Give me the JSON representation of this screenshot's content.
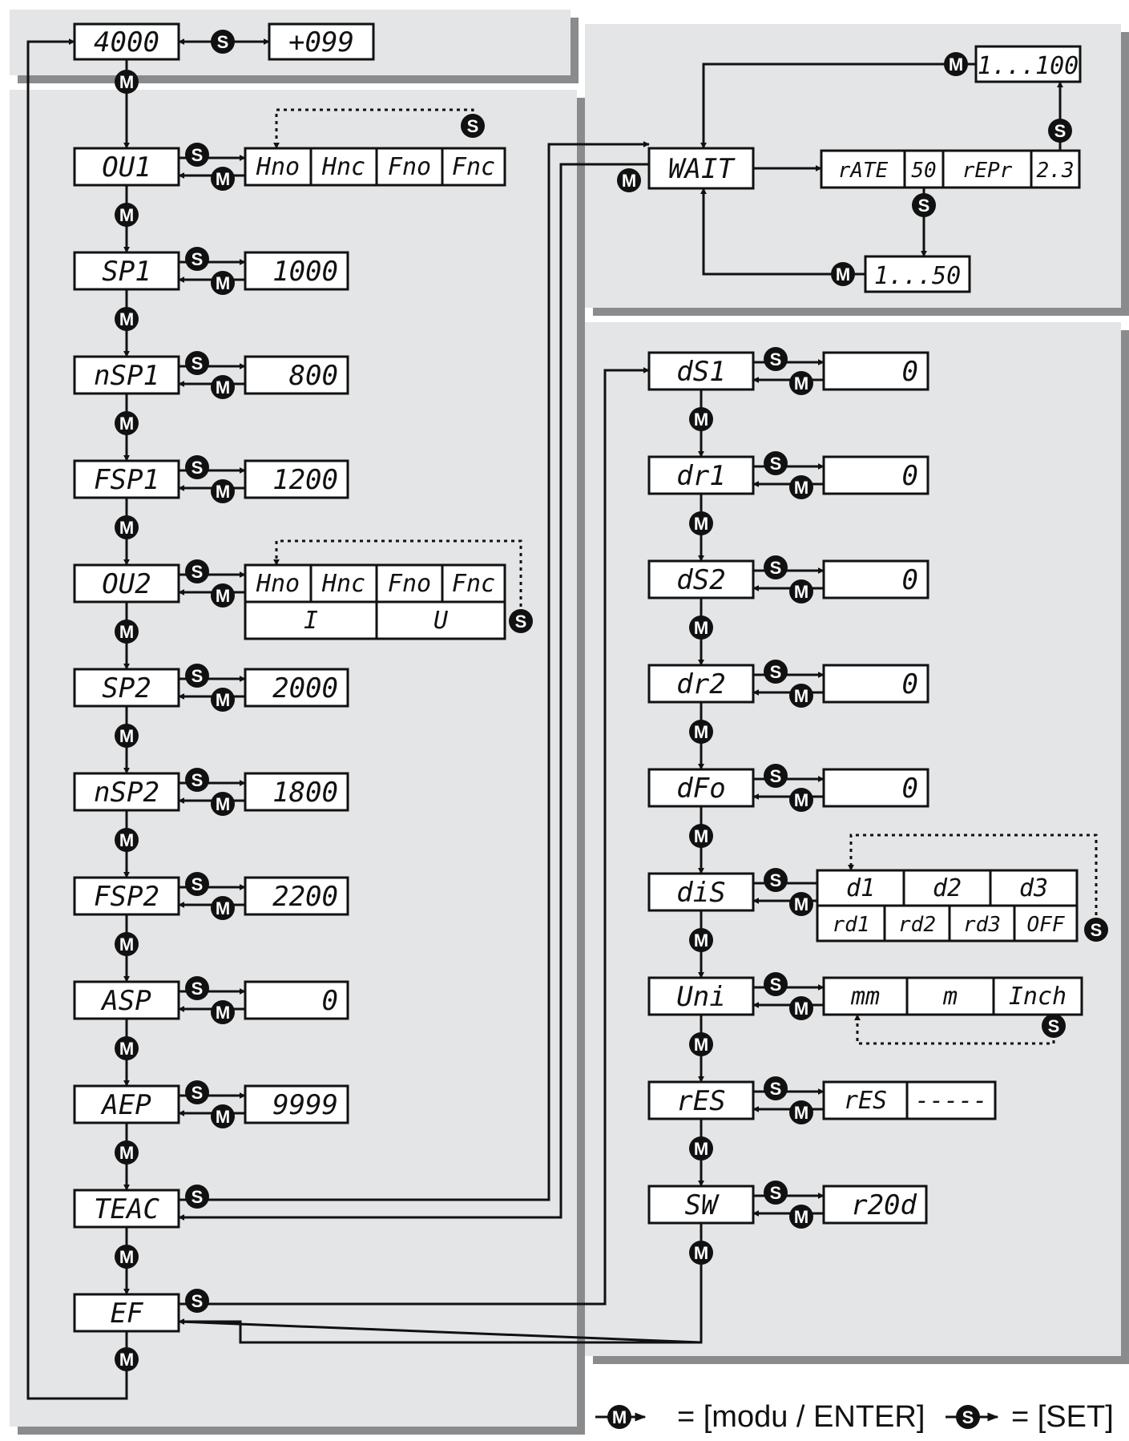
{
  "colors": {
    "panel": "#e4e5e7",
    "panel_shadow": "#8a8b8d",
    "line": "#111111",
    "box": "#ffffff"
  },
  "top": {
    "code": "4000",
    "value": "+099"
  },
  "left_menu": [
    {
      "id": "ou1",
      "label": "OU1",
      "button": "S",
      "options": [
        "Hno",
        "Hnc",
        "Fno",
        "Fnc"
      ]
    },
    {
      "id": "sp1",
      "label": "SP1",
      "button": "S",
      "value": "1000"
    },
    {
      "id": "nsp1",
      "label": "nSP1",
      "button": "S",
      "value": "800"
    },
    {
      "id": "fsp1",
      "label": "FSP1",
      "button": "S",
      "value": "1200"
    },
    {
      "id": "ou2",
      "label": "OU2",
      "button": "S",
      "options": [
        "Hno",
        "Hnc",
        "Fno",
        "Fnc"
      ],
      "options2": [
        "I",
        "U"
      ]
    },
    {
      "id": "sp2",
      "label": "SP2",
      "button": "S",
      "value": "2000"
    },
    {
      "id": "nsp2",
      "label": "nSP2",
      "button": "S",
      "value": "1800"
    },
    {
      "id": "fsp2",
      "label": "FSP2",
      "button": "S",
      "value": "2200"
    },
    {
      "id": "asp",
      "label": "ASP",
      "button": "S",
      "value": "0"
    },
    {
      "id": "aep",
      "label": "AEP",
      "button": "S",
      "value": "9999"
    },
    {
      "id": "teac",
      "label": "TEAC",
      "button": "S"
    },
    {
      "id": "ef",
      "label": "EF",
      "button": "S"
    }
  ],
  "wait": {
    "label": "WAIT",
    "rate_label": "rATE",
    "rate_value": "50",
    "repr_label": "rEPr",
    "repr_value": "2.3",
    "range_top": "1...100",
    "range_bottom": "1...50"
  },
  "right_menu": [
    {
      "id": "ds1",
      "label": "dS1",
      "value": "0"
    },
    {
      "id": "dr1",
      "label": "dr1",
      "value": "0"
    },
    {
      "id": "ds2",
      "label": "dS2",
      "value": "0"
    },
    {
      "id": "dr2",
      "label": "dr2",
      "value": "0"
    },
    {
      "id": "dfo",
      "label": "dFo",
      "value": "0"
    },
    {
      "id": "dis",
      "label": "diS",
      "options": [
        "d1",
        "d2",
        "d3"
      ],
      "options2": [
        "rd1",
        "rd2",
        "rd3",
        "OFF"
      ]
    },
    {
      "id": "uni",
      "label": "Uni",
      "options": [
        "mm",
        "m",
        "Inch"
      ]
    },
    {
      "id": "res",
      "label": "rES",
      "options": [
        "rES",
        "-----"
      ]
    },
    {
      "id": "sw",
      "label": "SW",
      "value": "r20d"
    }
  ],
  "buttons": {
    "m": "M",
    "s": "S"
  },
  "legend": {
    "m_text": "= [modu / ENTER]",
    "s_text": "= [SET]"
  }
}
